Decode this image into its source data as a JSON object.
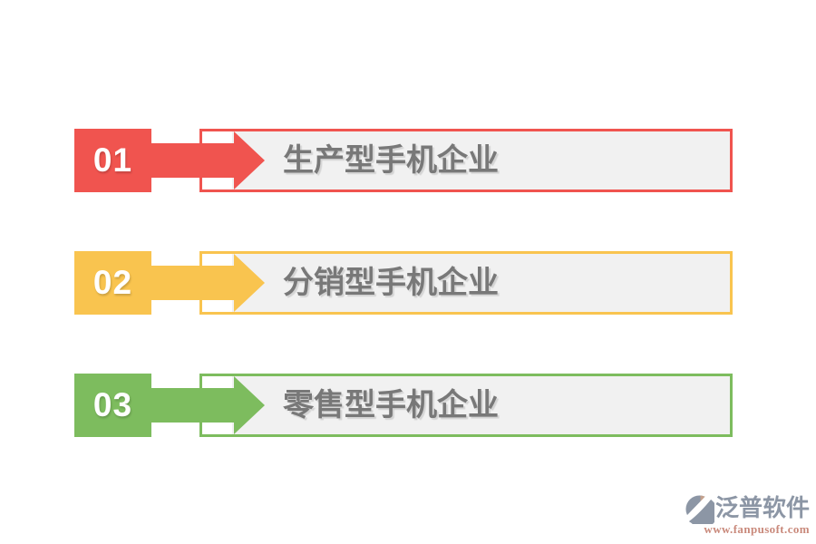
{
  "items": [
    {
      "number": "01",
      "label": "生产型手机企业",
      "color": "#F0544F"
    },
    {
      "number": "02",
      "label": "分销型手机企业",
      "color": "#F9C44F"
    },
    {
      "number": "03",
      "label": "零售型手机企业",
      "color": "#7DBC5E"
    }
  ],
  "watermark": {
    "brand": "泛普软件",
    "url": "www.fanpusoft.com",
    "brand_color": "#8C96A5",
    "url_color": "#C9897B"
  },
  "styles": {
    "background": "#FFFFFF",
    "box_fill": "#F1F1F1",
    "label_color": "#787878",
    "number_color": "#FFFFFF"
  }
}
